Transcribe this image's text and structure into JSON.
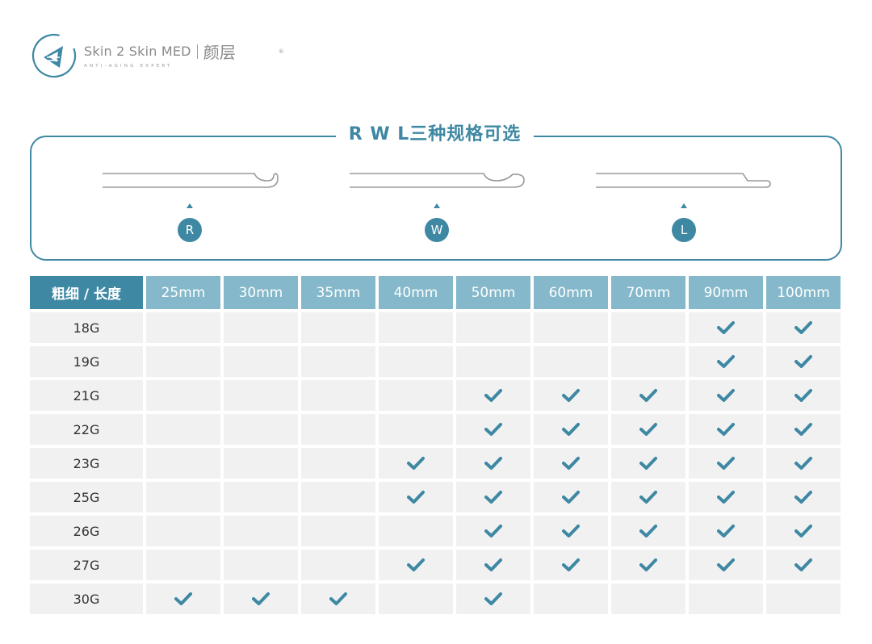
{
  "logo": {
    "brand": "Skin 2 Skin MED",
    "cn": "颜层",
    "reg": "®",
    "tagline": "ANTI-AGING EXPERT"
  },
  "spec": {
    "title": "R W L三种规格可选",
    "types": [
      "R",
      "W",
      "L"
    ]
  },
  "table": {
    "corner": "粗细 / 长度",
    "lengths": [
      "25mm",
      "30mm",
      "35mm",
      "40mm",
      "50mm",
      "60mm",
      "70mm",
      "90mm",
      "100mm"
    ],
    "rows": [
      {
        "gauge": "18G",
        "avail": [
          0,
          0,
          0,
          0,
          0,
          0,
          0,
          1,
          1
        ]
      },
      {
        "gauge": "19G",
        "avail": [
          0,
          0,
          0,
          0,
          0,
          0,
          0,
          1,
          1
        ]
      },
      {
        "gauge": "21G",
        "avail": [
          0,
          0,
          0,
          0,
          1,
          1,
          1,
          1,
          1
        ]
      },
      {
        "gauge": "22G",
        "avail": [
          0,
          0,
          0,
          0,
          1,
          1,
          1,
          1,
          1
        ]
      },
      {
        "gauge": "23G",
        "avail": [
          0,
          0,
          0,
          1,
          1,
          1,
          1,
          1,
          1
        ]
      },
      {
        "gauge": "25G",
        "avail": [
          0,
          0,
          0,
          1,
          1,
          1,
          1,
          1,
          1
        ]
      },
      {
        "gauge": "26G",
        "avail": [
          0,
          0,
          0,
          0,
          1,
          1,
          1,
          1,
          1
        ]
      },
      {
        "gauge": "27G",
        "avail": [
          0,
          0,
          0,
          1,
          1,
          1,
          1,
          1,
          1
        ]
      },
      {
        "gauge": "30G",
        "avail": [
          1,
          1,
          1,
          0,
          1,
          0,
          0,
          0,
          0
        ]
      }
    ]
  },
  "colors": {
    "accent": "#3e88a3",
    "header_light": "#85b8ca",
    "cell_bg": "#f1f1f1",
    "check": "#3e88a3"
  },
  "icons": {
    "check": "check-icon"
  }
}
